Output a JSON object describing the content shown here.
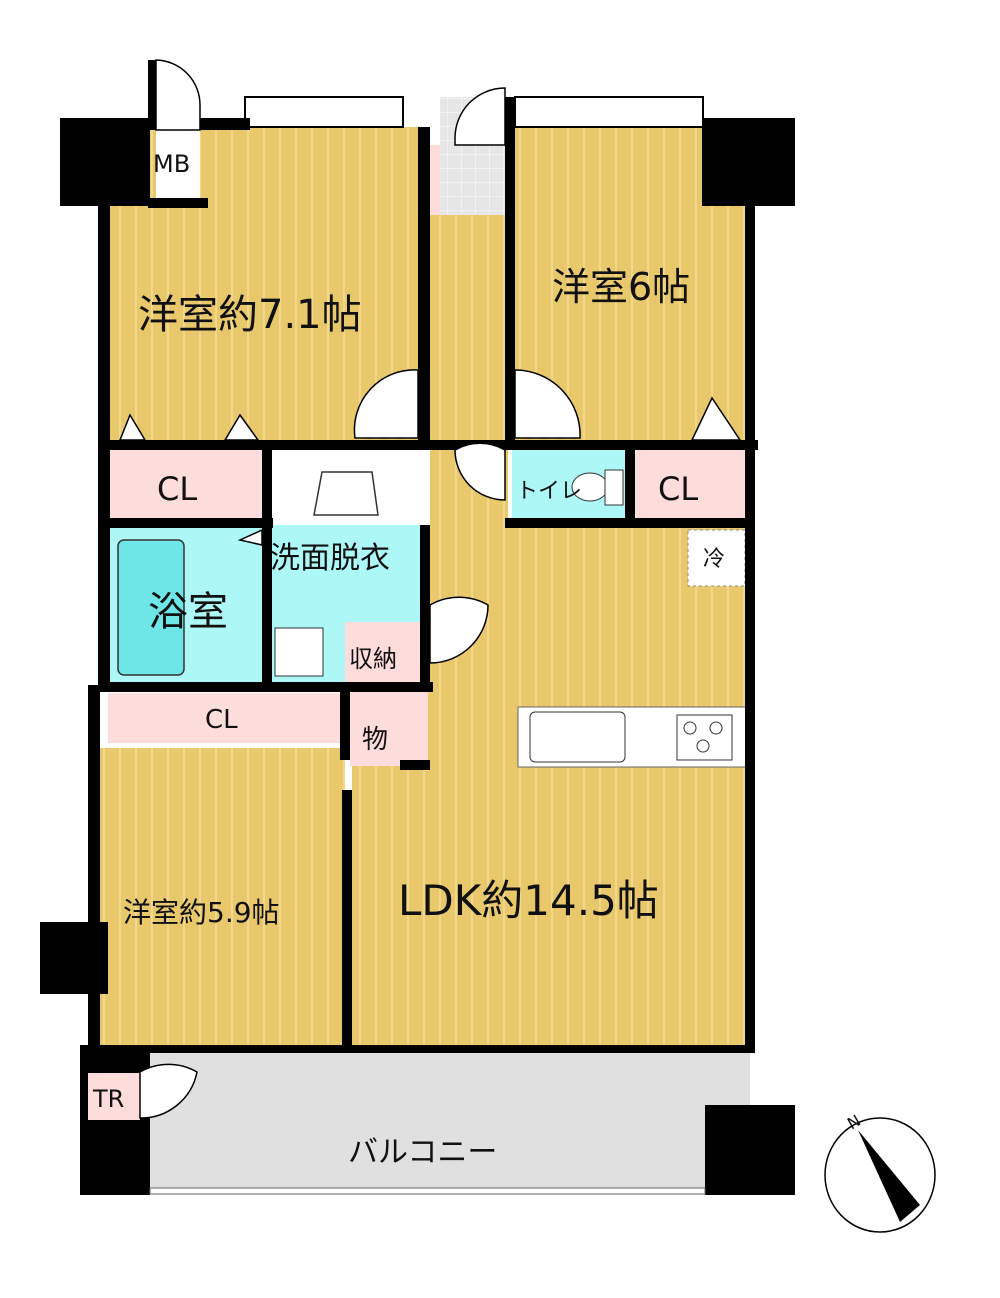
{
  "rooms": {
    "western_room_1": "洋室約7.1帖",
    "western_room_2": "洋室6帖",
    "western_room_3": "洋室約5.9帖",
    "ldk": "LDK約14.5帖",
    "bathroom": "浴室",
    "washroom": "洗面脱衣",
    "storage": "収納",
    "toilet": "トイレ",
    "closet_1": "CL",
    "closet_2": "CL",
    "closet_3": "CL",
    "storeroom": "物",
    "refrigerator": "冷",
    "meter_box": "MB",
    "trunk_room": "TR",
    "balcony": "バルコニー"
  },
  "compass": {
    "label": "N"
  },
  "colors": {
    "floor": "#e9c86c",
    "floor_stripe": "#f3dc96",
    "wet_area": "#adf7f7",
    "closet": "#fddcdc",
    "balcony": "#e0e0e0",
    "wall": "#000000"
  }
}
